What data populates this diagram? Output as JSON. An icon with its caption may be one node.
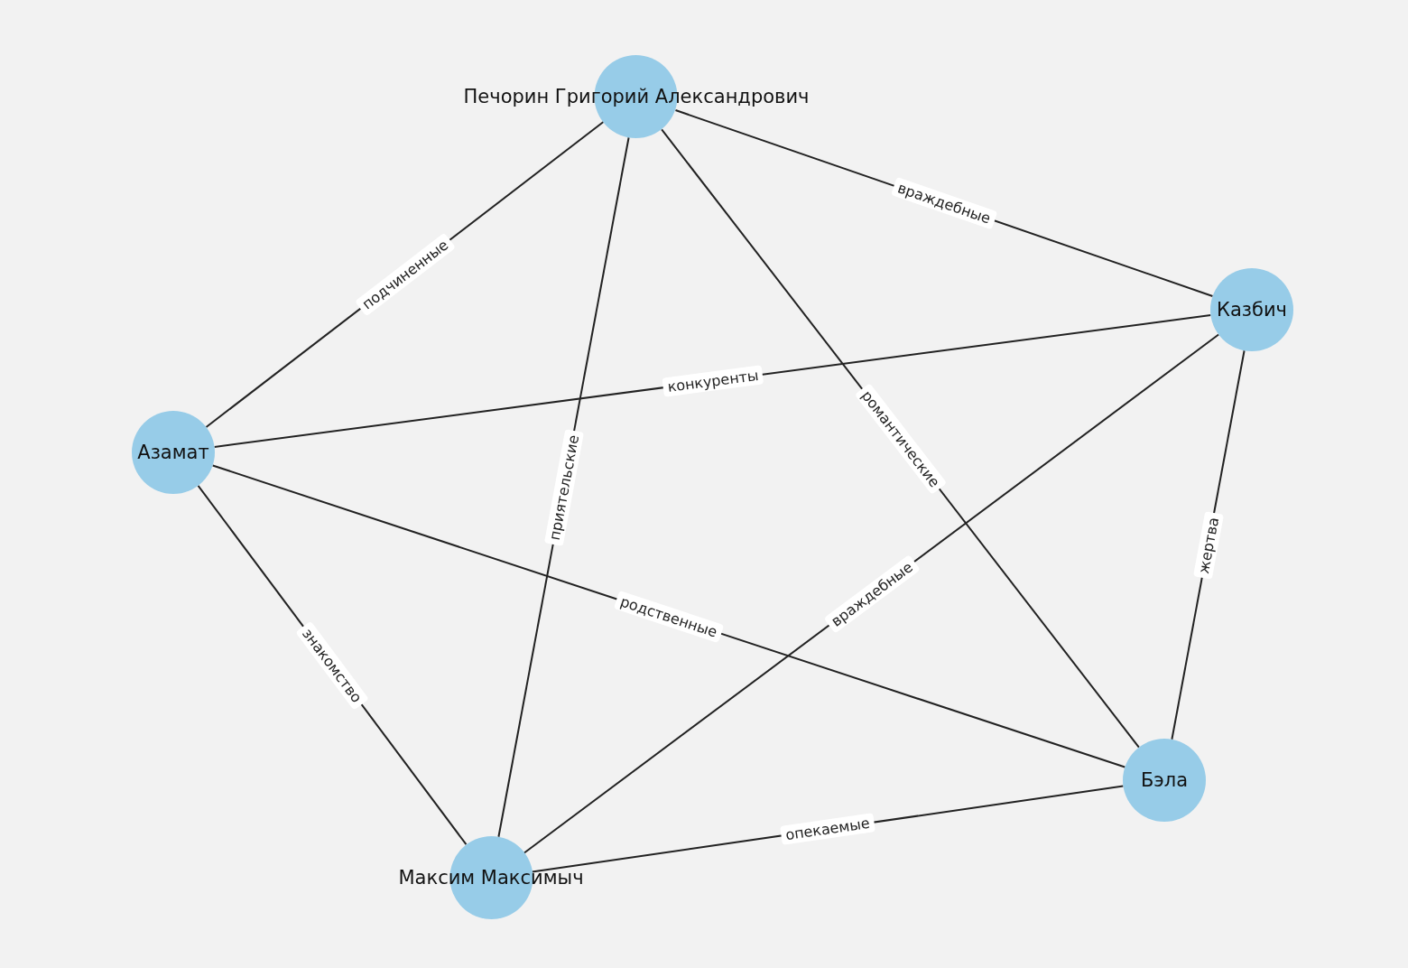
{
  "diagram": {
    "nodes": [
      {
        "text": [
          "Печорин Григорий Александрович"
        ]
      },
      {
        "text": [
          "Казбич"
        ]
      },
      {
        "text": [
          "Азамат"
        ]
      },
      {
        "text": [
          "Бэла"
        ]
      },
      {
        "text": [
          "Максим Максимыч"
        ]
      }
    ],
    "edges": [
      {
        "from": 0,
        "to": 2,
        "arrow": "none",
        "label": "подчиненные"
      },
      {
        "from": 0,
        "to": 4,
        "arrow": "none",
        "label": "приятельские"
      },
      {
        "from": 0,
        "to": 3,
        "arrow": "none",
        "label": "романтические"
      },
      {
        "from": 0,
        "to": 1,
        "arrow": "none",
        "label": "враждебные"
      },
      {
        "from": 1,
        "to": 2,
        "arrow": "none",
        "label": "конкуренты"
      },
      {
        "from": 1,
        "to": 4,
        "arrow": "none",
        "label": "враждебные"
      },
      {
        "from": 1,
        "to": 3,
        "arrow": "none",
        "label": "жертва"
      },
      {
        "from": 2,
        "to": 4,
        "arrow": "none",
        "label": "знакомство"
      },
      {
        "from": 2,
        "to": 3,
        "arrow": "none",
        "label": "родственные"
      },
      {
        "from": 4,
        "to": 3,
        "arrow": "none",
        "label": "опекаемые"
      }
    ]
  }
}
